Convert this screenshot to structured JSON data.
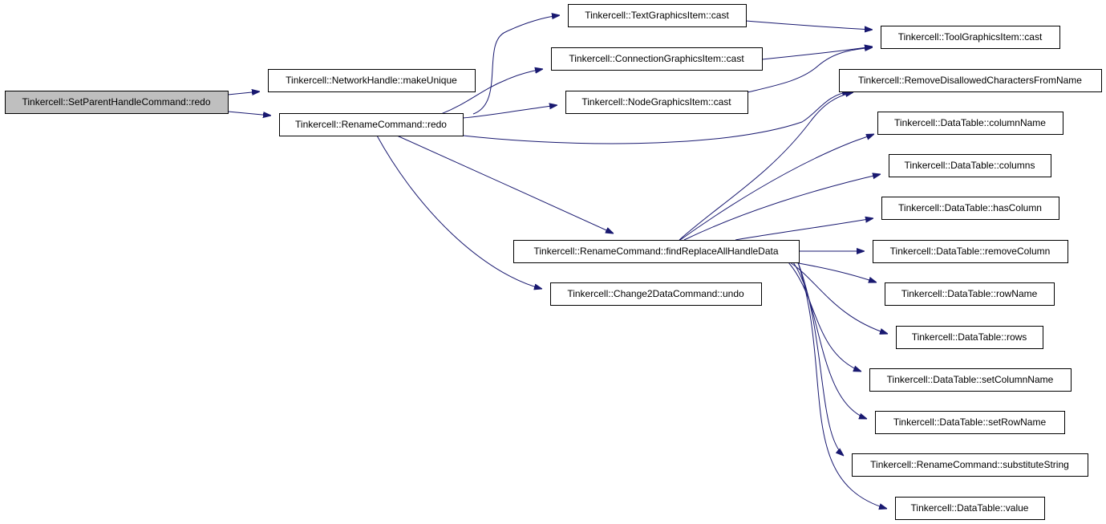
{
  "diagram": {
    "type": "call-graph",
    "colors": {
      "edge": "#191970",
      "root_fill": "#bfbfbf",
      "node_fill": "#ffffff",
      "node_stroke": "#000000"
    },
    "nodes": [
      {
        "id": "n_setparent",
        "label": "Tinkercell::SetParentHandleCommand::redo",
        "root": true
      },
      {
        "id": "n_makeunique",
        "label": "Tinkercell::NetworkHandle::makeUnique"
      },
      {
        "id": "n_renameredo",
        "label": "Tinkercell::RenameCommand::redo"
      },
      {
        "id": "n_textcast",
        "label": "Tinkercell::TextGraphicsItem::cast"
      },
      {
        "id": "n_conncast",
        "label": "Tinkercell::ConnectionGraphicsItem::cast"
      },
      {
        "id": "n_nodecast",
        "label": "Tinkercell::NodeGraphicsItem::cast"
      },
      {
        "id": "n_toolcast",
        "label": "Tinkercell::ToolGraphicsItem::cast"
      },
      {
        "id": "n_removedis",
        "label": "Tinkercell::RemoveDisallowedCharactersFromName"
      },
      {
        "id": "n_findreplace",
        "label": "Tinkercell::RenameCommand::findReplaceAllHandleData"
      },
      {
        "id": "n_change2undo",
        "label": "Tinkercell::Change2DataCommand::undo"
      },
      {
        "id": "n_colname",
        "label": "Tinkercell::DataTable::columnName"
      },
      {
        "id": "n_columns",
        "label": "Tinkercell::DataTable::columns"
      },
      {
        "id": "n_hascol",
        "label": "Tinkercell::DataTable::hasColumn"
      },
      {
        "id": "n_removecol",
        "label": "Tinkercell::DataTable::removeColumn"
      },
      {
        "id": "n_rowname",
        "label": "Tinkercell::DataTable::rowName"
      },
      {
        "id": "n_rows",
        "label": "Tinkercell::DataTable::rows"
      },
      {
        "id": "n_setcolname",
        "label": "Tinkercell::DataTable::setColumnName"
      },
      {
        "id": "n_setrowname",
        "label": "Tinkercell::DataTable::setRowName"
      },
      {
        "id": "n_substitute",
        "label": "Tinkercell::RenameCommand::substituteString"
      },
      {
        "id": "n_value",
        "label": "Tinkercell::DataTable::value"
      }
    ],
    "edges": [
      {
        "from": "n_setparent",
        "to": "n_makeunique"
      },
      {
        "from": "n_setparent",
        "to": "n_renameredo"
      },
      {
        "from": "n_renameredo",
        "to": "n_textcast"
      },
      {
        "from": "n_renameredo",
        "to": "n_conncast"
      },
      {
        "from": "n_renameredo",
        "to": "n_nodecast"
      },
      {
        "from": "n_renameredo",
        "to": "n_removedis"
      },
      {
        "from": "n_renameredo",
        "to": "n_findreplace"
      },
      {
        "from": "n_renameredo",
        "to": "n_change2undo"
      },
      {
        "from": "n_textcast",
        "to": "n_toolcast"
      },
      {
        "from": "n_conncast",
        "to": "n_toolcast"
      },
      {
        "from": "n_nodecast",
        "to": "n_toolcast"
      },
      {
        "from": "n_findreplace",
        "to": "n_removedis"
      },
      {
        "from": "n_findreplace",
        "to": "n_colname"
      },
      {
        "from": "n_findreplace",
        "to": "n_columns"
      },
      {
        "from": "n_findreplace",
        "to": "n_hascol"
      },
      {
        "from": "n_findreplace",
        "to": "n_removecol"
      },
      {
        "from": "n_findreplace",
        "to": "n_rowname"
      },
      {
        "from": "n_findreplace",
        "to": "n_rows"
      },
      {
        "from": "n_findreplace",
        "to": "n_setcolname"
      },
      {
        "from": "n_findreplace",
        "to": "n_setrowname"
      },
      {
        "from": "n_findreplace",
        "to": "n_substitute"
      },
      {
        "from": "n_findreplace",
        "to": "n_value"
      }
    ]
  }
}
